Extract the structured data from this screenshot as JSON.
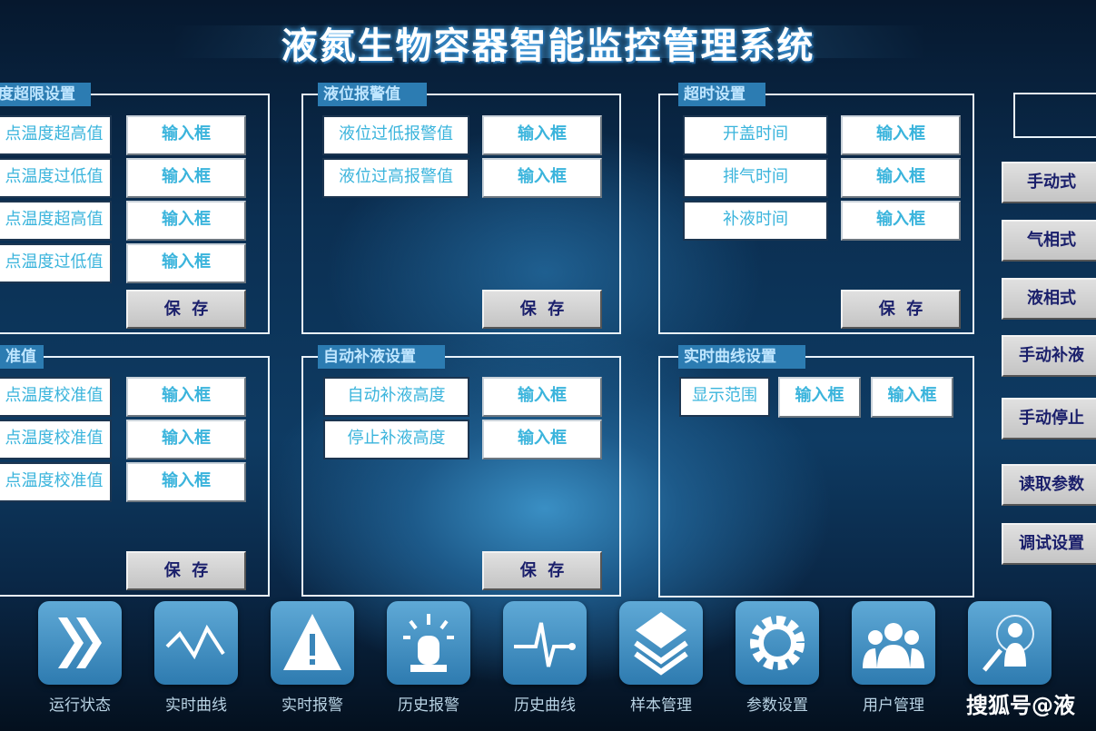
{
  "title": "液氮生物容器智能监控管理系统",
  "panels": [
    {
      "id": "temp-limit",
      "title": "度超限设置",
      "labels": [
        "点温度超高值",
        "点温度过低值",
        "点温度超高值",
        "点温度过低值"
      ],
      "inputs": [
        "输入框",
        "输入框",
        "输入框",
        "输入框"
      ],
      "save": "保  存"
    },
    {
      "id": "calibration",
      "title": "准值",
      "labels": [
        "点温度校准值",
        "点温度校准值",
        "点温度校准值"
      ],
      "inputs": [
        "输入框",
        "输入框",
        "输入框"
      ],
      "save": "保  存"
    },
    {
      "id": "level-alarm",
      "title": "液位报警值",
      "labels": [
        "液位过低报警值",
        "液位过高报警值"
      ],
      "inputs": [
        "输入框",
        "输入框"
      ],
      "save": "保  存"
    },
    {
      "id": "auto-refill",
      "title": "自动补液设置",
      "labels": [
        "自动补液高度",
        "停止补液高度"
      ],
      "inputs": [
        "输入框",
        "输入框"
      ],
      "save": "保  存"
    },
    {
      "id": "timeout",
      "title": "超时设置",
      "labels": [
        "开盖时间",
        "排气时间",
        "补液时间"
      ],
      "inputs": [
        "输入框",
        "输入框",
        "输入框"
      ],
      "save": "保  存"
    },
    {
      "id": "curve",
      "title": "实时曲线设置",
      "labels": [
        "显示范围"
      ],
      "inputs": [
        "输入框",
        "输入框"
      ]
    }
  ],
  "right_buttons": [
    "手动式",
    "气相式",
    "液相式",
    "手动补液",
    "手动停止",
    "读取参数",
    "调试设置"
  ],
  "nav": [
    {
      "label": "运行状态",
      "icon": "double-chevron-icon"
    },
    {
      "label": "实时曲线",
      "icon": "line-wave-icon"
    },
    {
      "label": "实时报警",
      "icon": "warning-icon"
    },
    {
      "label": "历史报警",
      "icon": "siren-icon"
    },
    {
      "label": "历史曲线",
      "icon": "pulse-icon"
    },
    {
      "label": "样本管理",
      "icon": "layers-icon"
    },
    {
      "label": "参数设置",
      "icon": "gear-icon"
    },
    {
      "label": "用户管理",
      "icon": "users-icon"
    },
    {
      "label": "",
      "icon": "user-search-icon"
    }
  ],
  "watermark": "搜狐号@液"
}
